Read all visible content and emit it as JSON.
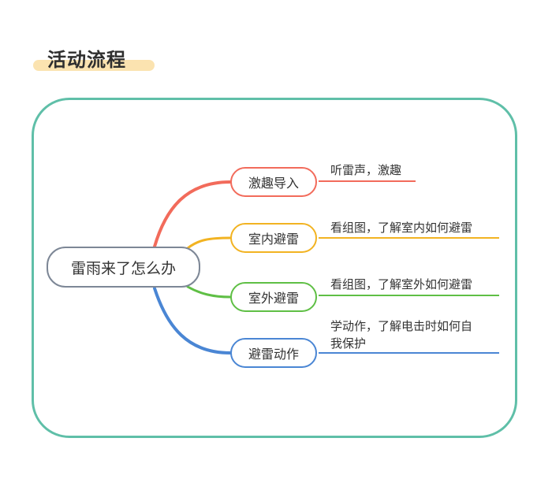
{
  "title": "活动流程",
  "colors": {
    "frame": "#5fbfa8",
    "root_border": "#7d8796",
    "title_highlight": "#fbe3b0"
  },
  "mindmap": {
    "root": "雷雨来了怎么办",
    "branches": [
      {
        "label": "激趣导入",
        "note": "听雷声，激趣",
        "color": "#f26b5b"
      },
      {
        "label": "室内避雷",
        "note": "看组图，了解室内如何避雷",
        "color": "#f2b322"
      },
      {
        "label": "室外避雷",
        "note": "看组图，了解室外如何避雷",
        "color": "#5fbf45"
      },
      {
        "label": "避雷动作",
        "note_lines": [
          "学动作，了解电击时如何自",
          "我保护"
        ],
        "color": "#4a86d4"
      }
    ]
  }
}
